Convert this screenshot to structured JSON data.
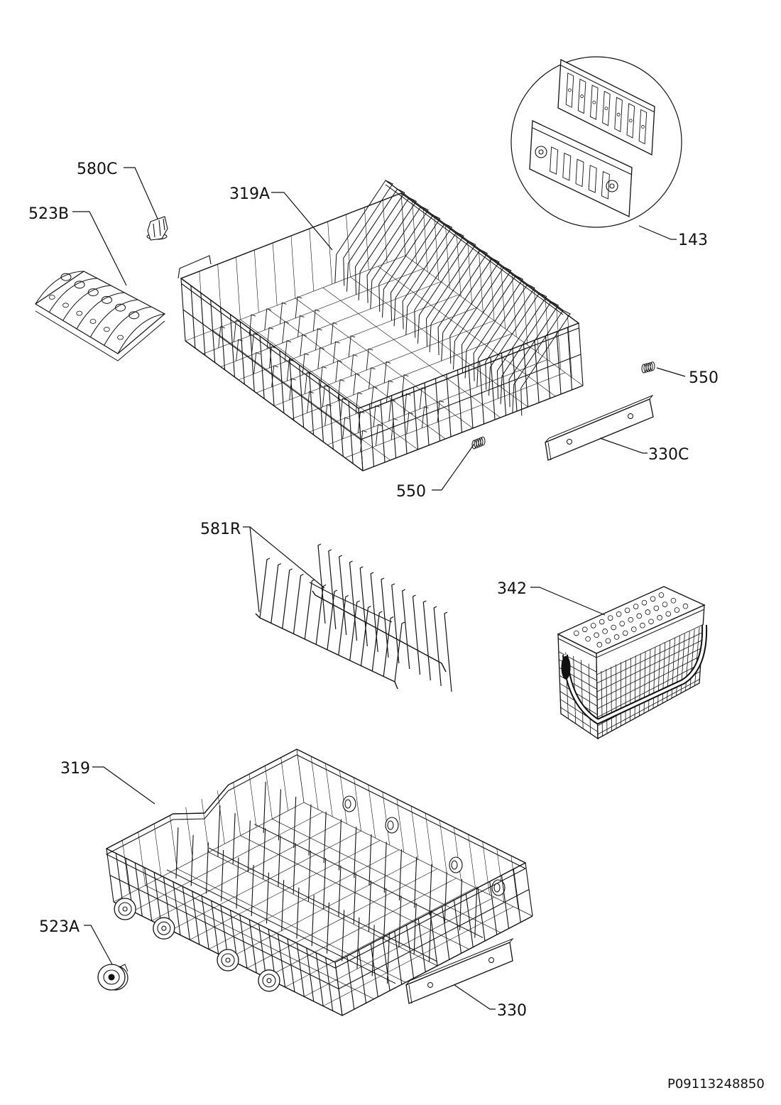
{
  "callouts": [
    {
      "label": "580C"
    },
    {
      "label": "523B"
    },
    {
      "label": "319A"
    },
    {
      "label": "143"
    },
    {
      "label": "550"
    },
    {
      "label": "330C"
    },
    {
      "label": "550"
    },
    {
      "label": "581R"
    },
    {
      "label": "342"
    },
    {
      "label": "319"
    },
    {
      "label": "523A"
    },
    {
      "label": "330"
    }
  ],
  "drawing_number": "P09113248850",
  "colors": {
    "line": "#111111",
    "background": "#ffffff"
  }
}
